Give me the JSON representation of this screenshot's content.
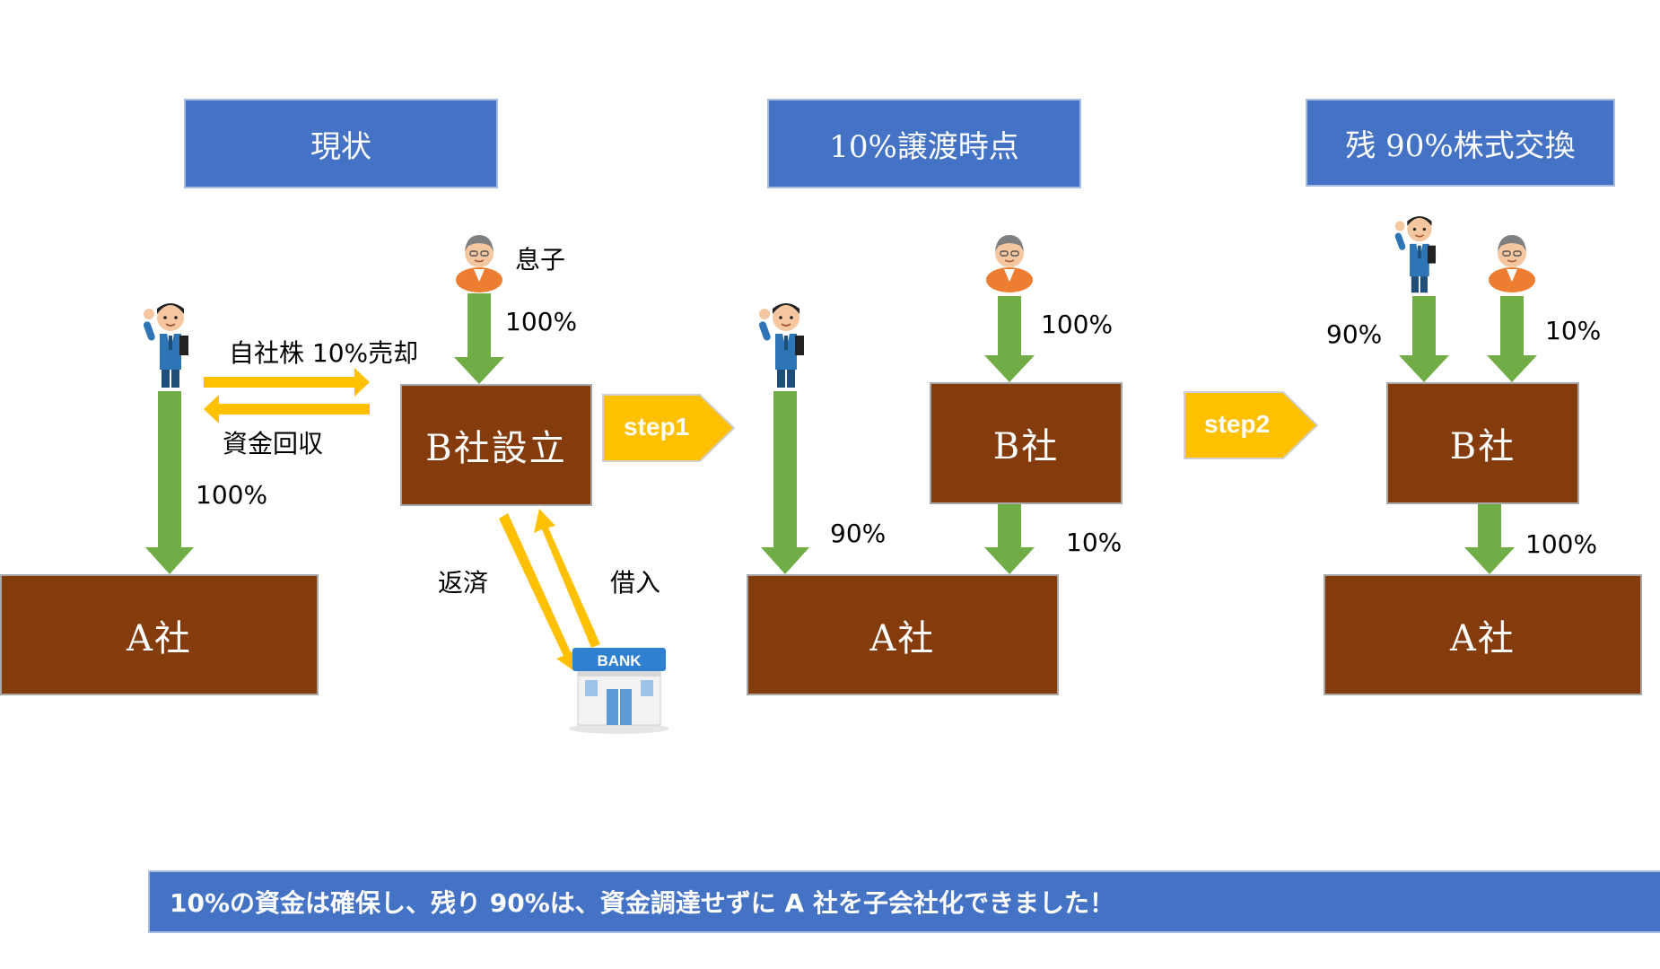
{
  "headers": {
    "current": "現状",
    "transfer": "10%譲渡時点",
    "exchange": "残 90%株式交換"
  },
  "boxes": {
    "a_company": "A社",
    "b_establish": "B社設立",
    "b_company": "B社"
  },
  "labels": {
    "son": "息子",
    "sell_shares": "自社株 10%売却",
    "fund_recovery": "資金回収",
    "repay": "返済",
    "borrow": "借入",
    "bank": "BANK",
    "p100": "100%",
    "p90": "90%",
    "p10": "10%"
  },
  "steps": {
    "step1": "step1",
    "step2": "step2"
  },
  "footer": "10%の資金は確保し、残り 90%は、資金調達せずに A 社を子会社化できました！",
  "colors": {
    "header_blue": "#4472C4",
    "company_brown": "#843C0C",
    "arrow_green": "#70AD47",
    "arrow_yellow": "#FFC000"
  },
  "icons": [
    "businessman-icon",
    "son-icon",
    "bank-icon"
  ]
}
